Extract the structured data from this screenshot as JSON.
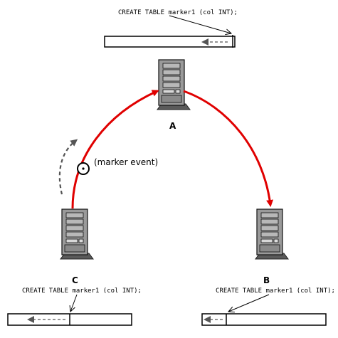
{
  "sql": {
    "top": "CREATE TABLE marker1 (col INT);",
    "left": "CREATE TABLE marker1 (col INT);",
    "right": "CREATE TABLE marker1 (col INT);"
  },
  "servers": {
    "a": "A",
    "b": "B",
    "c": "C"
  },
  "marker_event": "(marker event)",
  "colors": {
    "replication_arrow": "#e00000",
    "server_body": "#9a9a9a",
    "dashed_arrow": "#555555"
  }
}
